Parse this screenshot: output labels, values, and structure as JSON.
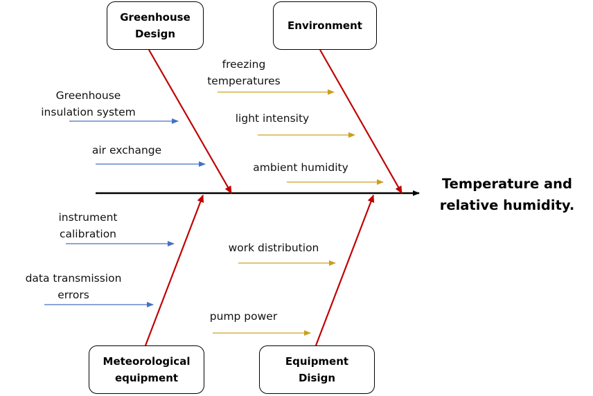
{
  "effect": "Temperature and\nrelative humidity.",
  "categories": {
    "greenhouse_design": "Greenhouse\nDesign",
    "environment": "Environment",
    "meteorological_equipment": "Meteorological\nequipment",
    "equipment_design": "Equipment\nDisign"
  },
  "causes": {
    "greenhouse_insulation": "Greenhouse\ninsulation system",
    "air_exchange": "air exchange",
    "freezing_temperatures": "freezing\ntemperatures",
    "light_intensity": "light intensity",
    "ambient_humidity": "ambient humidity",
    "instrument_calibration": "instrument\ncalibration",
    "data_transmission_errors": "data transmission\nerrors",
    "work_distribution": "work distribution",
    "pump_power": "pump power"
  },
  "colors": {
    "spine": "#000000",
    "bone": "#c00000",
    "blue_arrow": "#4472c4",
    "gold_arrow": "#c9a020"
  }
}
